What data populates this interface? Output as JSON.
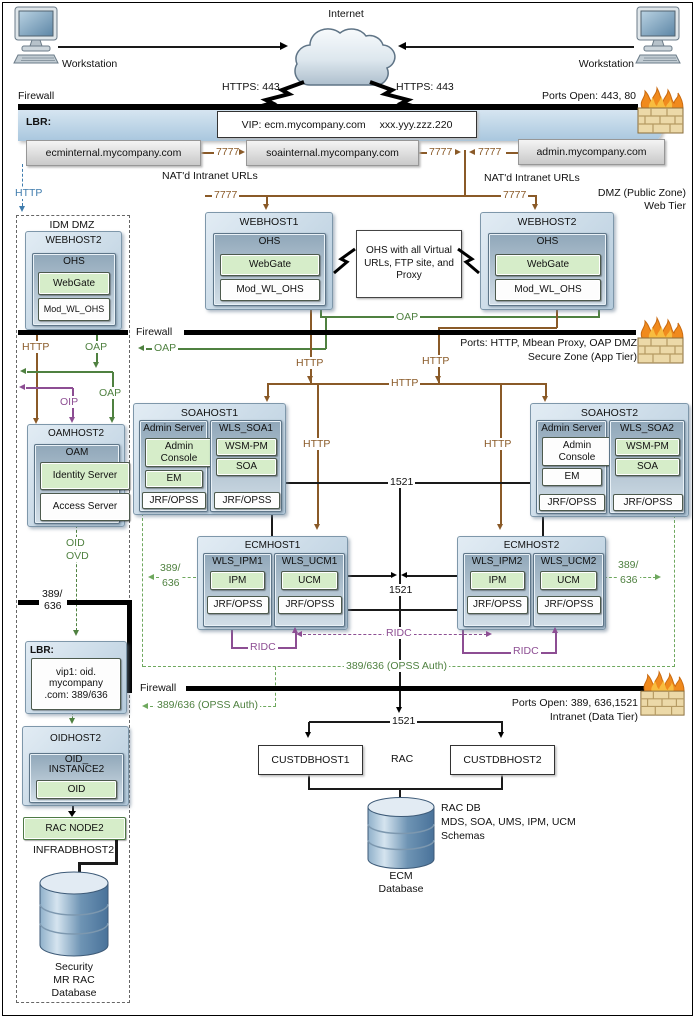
{
  "colors": {
    "firewall": "#000000",
    "http_brown": "#8a5a28",
    "oap_green": "#4f8140",
    "ridc_purple": "#8d4e93",
    "http_blue": "#3f7cad",
    "host_fill": "#c8d8e6",
    "component_green": "#d6edc9"
  },
  "top": {
    "internet": "Internet",
    "workstation_left": "Workstation",
    "workstation_right": "Workstation",
    "https_left": "HTTPS: 443",
    "https_right": "HTTPS: 443"
  },
  "fw1": {
    "label": "Firewall",
    "ports": "Ports Open: 443, 80"
  },
  "lbr": {
    "label": "LBR:",
    "vip": "VIP: ecm.mycompany.com",
    "ip": "xxx.yyy.zzz.220",
    "url_ecm": "ecminternal.mycompany.com",
    "url_soa": "soainternal.mycompany.com",
    "url_admin": "admin.mycompany.com"
  },
  "nat": {
    "left": "NAT'd Intranet URLs",
    "right": "NAT'd Intranet URLs",
    "zone": "DMZ (Public Zone)",
    "tier": "Web Tier"
  },
  "edges": {
    "http": "HTTP",
    "oap": "OAP",
    "oip": "OIP",
    "ridc": "RIDC",
    "p1521": "1521",
    "p389": "389/",
    "p636": "636",
    "opss": "389/636 (OPSS Auth)",
    "p7777": "7777",
    "jrf": "JRF/OPSS"
  },
  "webhost1": {
    "name": "WEBHOST1",
    "ohs": "OHS",
    "webgate": "WebGate",
    "mod": "Mod_WL_OHS"
  },
  "webhost2": {
    "name": "WEBHOST2",
    "ohs": "OHS",
    "webgate": "WebGate",
    "mod": "Mod_WL_OHS"
  },
  "ohs_note": "OHS with all Virtual URLs, FTP site, and Proxy",
  "fw2": {
    "label": "Firewall",
    "ports": "Ports: HTTP, Mbean Proxy, OAP DMZ",
    "zone": "Secure Zone (App Tier)"
  },
  "idm": {
    "zone": "IDM DMZ",
    "webhost": {
      "name": "WEBHOST2",
      "ohs": "OHS",
      "webgate": "WebGate",
      "mod": "Mod_WL_OHS"
    },
    "oid": "OID",
    "ovd": "OVD"
  },
  "oamhost2": {
    "name": "OAMHOST2",
    "oam": "OAM",
    "identity": "Identity Server",
    "access": "Access Server"
  },
  "lbr2": {
    "label": "LBR:",
    "line1": "vip1: oid.",
    "line2": "mycompany",
    "line3": ".com: 389/636"
  },
  "oidhost2": {
    "name": "OIDHOST2",
    "inst1": "OID_",
    "inst2": "INSTANCE2",
    "oid": "OID"
  },
  "racnode2": "RAC NODE2",
  "infradbhost2": "INFRADBHOST2",
  "secdb": {
    "l1": "Security",
    "l2": "MR RAC",
    "l3": "Database"
  },
  "soahost1": {
    "name": "SOAHOST1",
    "admin_server": "Admin Server",
    "admin_console": "Admin Console",
    "em": "EM",
    "wls": "WLS_SOA1",
    "wsm": "WSM-PM",
    "soa": "SOA"
  },
  "soahost2": {
    "name": "SOAHOST2",
    "admin_server": "Admin Server",
    "admin_console": "Admin Console",
    "em": "EM",
    "wls": "WLS_SOA2",
    "wsm": "WSM-PM",
    "soa": "SOA"
  },
  "ecmhost1": {
    "name": "ECMHOST1",
    "wls_ipm": "WLS_IPM1",
    "ipm": "IPM",
    "wls_ucm": "WLS_UCM1",
    "ucm": "UCM"
  },
  "ecmhost2": {
    "name": "ECMHOST2",
    "wls_ipm": "WLS_IPM2",
    "ipm": "IPM",
    "wls_ucm": "WLS_UCM2",
    "ucm": "UCM"
  },
  "fw3": {
    "label": "Firewall",
    "ports": "Ports Open: 389, 636,1521",
    "zone": "Intranet (Data Tier)"
  },
  "data_tier": {
    "custdb1": "CUSTDBHOST1",
    "custdb2": "CUSTDBHOST2",
    "rac": "RAC",
    "ecmdb1": "ECM",
    "ecmdb2": "Database",
    "racdb1": "RAC DB",
    "racdb2": "MDS, SOA, UMS, IPM, UCM",
    "racdb3": "Schemas"
  }
}
